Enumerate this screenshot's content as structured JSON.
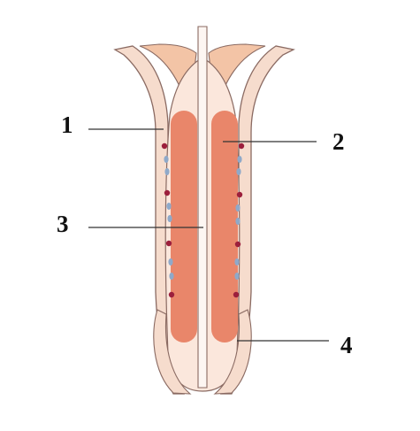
{
  "labels": {
    "one": "1",
    "two": "2",
    "three": "3",
    "four": "4"
  },
  "colors": {
    "outline": "#8a6a62",
    "sheath_light": "#f6dccd",
    "sheath_mid": "#f3c4a6",
    "body_pale": "#fbe7dc",
    "stem": "#fdf6f2",
    "bar": "#e9866a",
    "dot_red": "#9c1f3c",
    "dot_blue": "#8fa9c9",
    "leader": "#333333",
    "label_text": "#111111"
  }
}
